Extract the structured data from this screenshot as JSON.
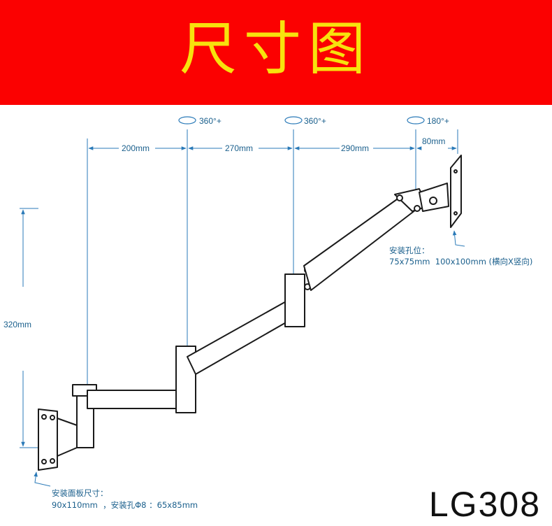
{
  "banner": {
    "title": "尺寸图",
    "background": "#fb0101",
    "text_color": "#f7e20d"
  },
  "dimensions": {
    "rotation_1": "360°+",
    "rotation_2": "360°+",
    "rotation_3": "180°+",
    "arm_1": "200mm",
    "arm_2": "270mm",
    "arm_3": "290mm",
    "head": "80mm",
    "height": "320mm"
  },
  "notes": {
    "vesa_title": "安装孔位：",
    "vesa_values": "75x75mm  100x100mm (横向X竖向)",
    "plate_title": "安装面板尺寸：",
    "plate_values": "90x110mm  ，安装孔Φ8 ：65x85mm"
  },
  "model": "LG308",
  "colors": {
    "dimension_line": "#2a7ab8",
    "outline": "#1a1a1a"
  }
}
